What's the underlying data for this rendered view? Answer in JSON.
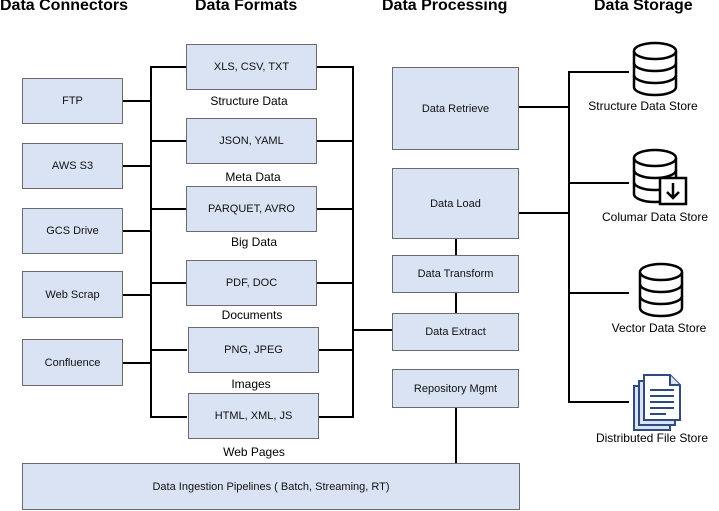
{
  "headers": {
    "connectors": "Data Connectors",
    "formats": "Data Formats",
    "processing": "Data Processing",
    "storage": "Data Storage"
  },
  "connectors": [
    "FTP",
    "AWS S3",
    "GCS Drive",
    "Web Scrap",
    "Confluence"
  ],
  "formats": [
    {
      "label": "XLS, CSV, TXT",
      "caption": "Structure Data"
    },
    {
      "label": "JSON, YAML",
      "caption": "Meta Data"
    },
    {
      "label": "PARQUET,  AVRO",
      "caption": "Big Data"
    },
    {
      "label": "PDF, DOC",
      "caption": "Documents"
    },
    {
      "label": "PNG, JPEG",
      "caption": "Images"
    },
    {
      "label": "HTML, XML, JS",
      "caption": "Web Pages"
    }
  ],
  "processing": [
    "Data Retrieve",
    "Data Load",
    "Data Transform",
    "Data Extract",
    "Repository  Mgmt"
  ],
  "storage": [
    {
      "label": "Structure Data Store",
      "icon": "database-icon"
    },
    {
      "label": "Columar Data Store",
      "icon": "database-download-icon"
    },
    {
      "label": "Vector Data Store",
      "icon": "database-icon"
    },
    {
      "label": "Distributed File Store",
      "icon": "documents-icon"
    }
  ],
  "pipeline": "Data Ingestion Pipelines ( Batch, Streaming, RT)",
  "colors": {
    "box_fill": "#dae3f3",
    "box_border": "#6b6b6b",
    "lines": "#000000"
  }
}
